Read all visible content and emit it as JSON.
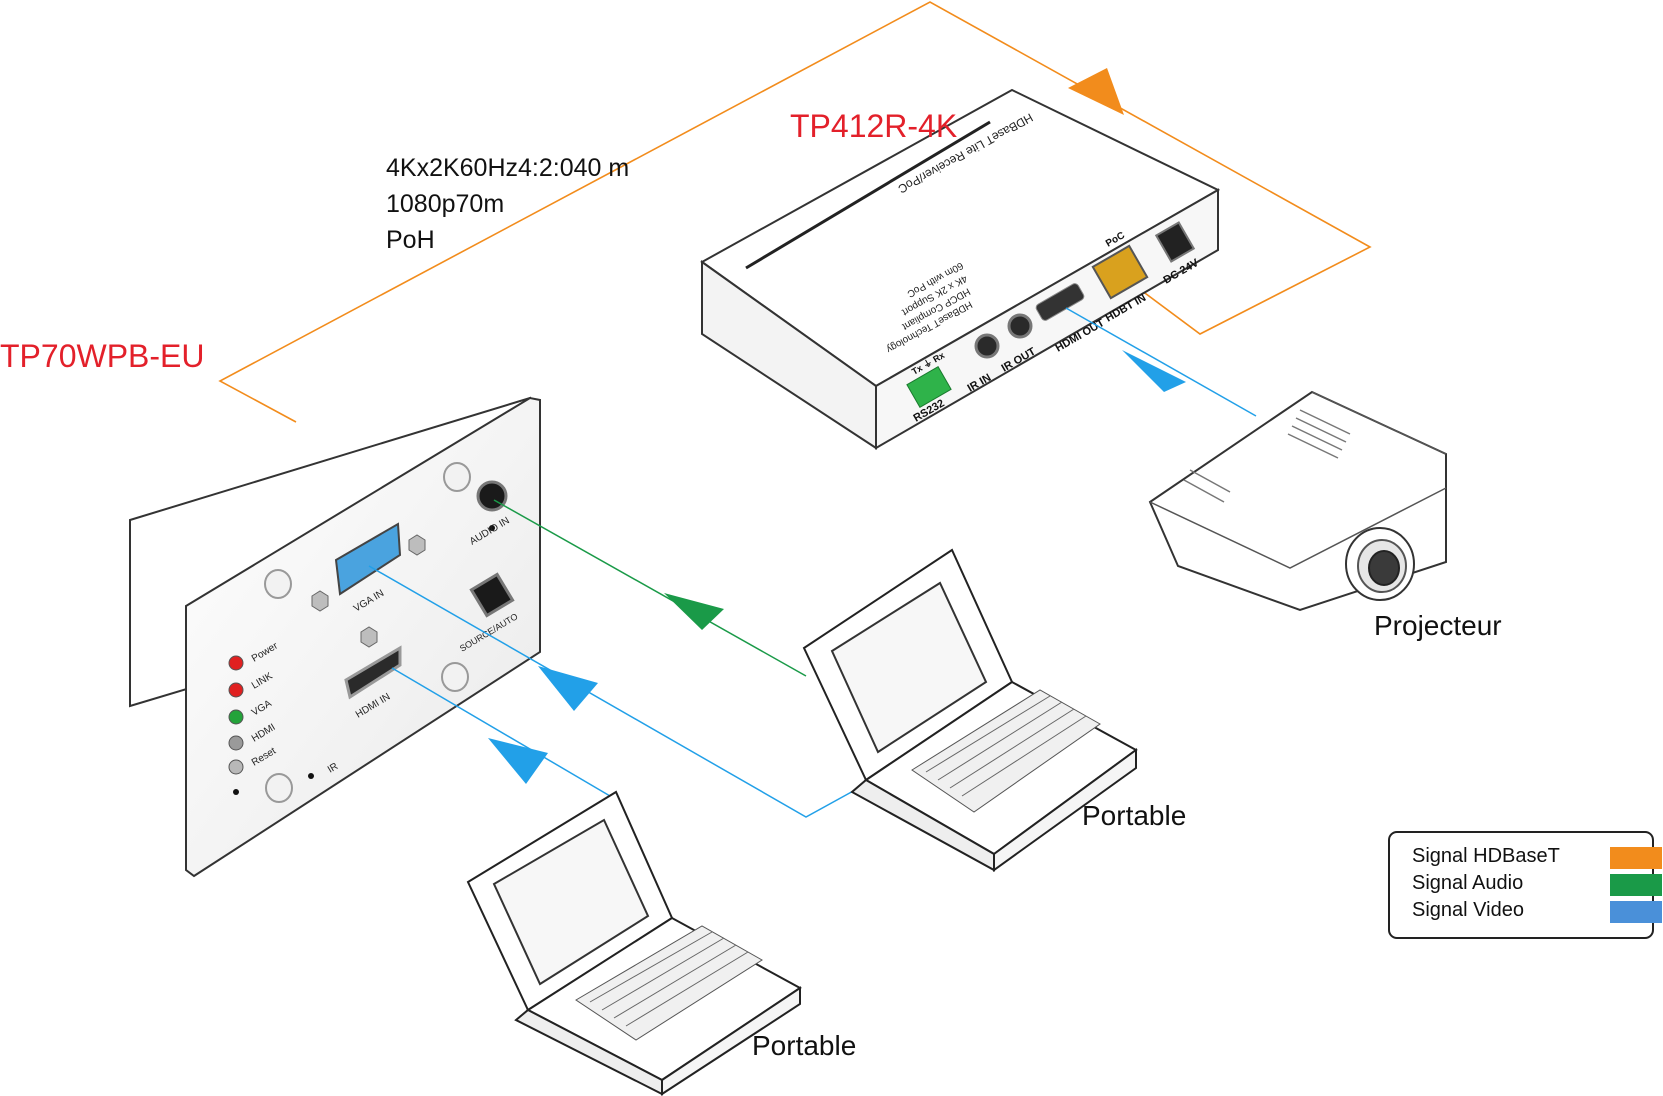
{
  "devices": {
    "receiver": {
      "name": "TP412R-4K",
      "top_label": "HDBaseT Lite Receiver/PoC",
      "features": [
        "HDBaseT Technology",
        "HDCP Compliant",
        "4K x 2K Support",
        "60m with PoC"
      ],
      "ports": {
        "rs232_pins": "Tx ⏚ Rx",
        "rs232": "RS232",
        "ir_in": "IR IN",
        "ir_out": "IR OUT",
        "hdmi_out": "HDMI OUT",
        "poc": "PoC",
        "hdbt_in": "HDBT IN",
        "dc": "DC 24V"
      }
    },
    "wallplate": {
      "name": "TP70WPB-EU",
      "ports": {
        "audio_in": "AUDIO IN",
        "vga_in": "VGA IN",
        "hdmi_in": "HDMI IN",
        "source_auto": "SOURCE/AUTO",
        "ir": "IR"
      },
      "leds": [
        {
          "label": "Power",
          "color": "#e02020"
        },
        {
          "label": "LINK",
          "color": "#e02020"
        },
        {
          "label": "VGA",
          "color": "#23a33a"
        },
        {
          "label": "HDMI",
          "color": "#9a9a9a"
        },
        {
          "label": "Reset",
          "color": "#b8b8b8"
        }
      ]
    },
    "projector": {
      "name": "Projecteur"
    },
    "laptop_right": {
      "name": "Portable"
    },
    "laptop_bottom": {
      "name": "Portable"
    }
  },
  "specs": [
    "4Kx2K60Hz4:2:040 m",
    "1080p70m",
    "PoH"
  ],
  "legend": [
    {
      "label": "Signal HDBaseT",
      "color": "#f28c1c"
    },
    {
      "label": "Signal Audio",
      "color": "#1a9a48"
    },
    {
      "label": "Signal Video",
      "color": "#4a90d9"
    }
  ],
  "colors": {
    "hdbaset": "#f28c1c",
    "audio": "#1a9a48",
    "video": "#22a0e8",
    "title": "#e3202a"
  }
}
